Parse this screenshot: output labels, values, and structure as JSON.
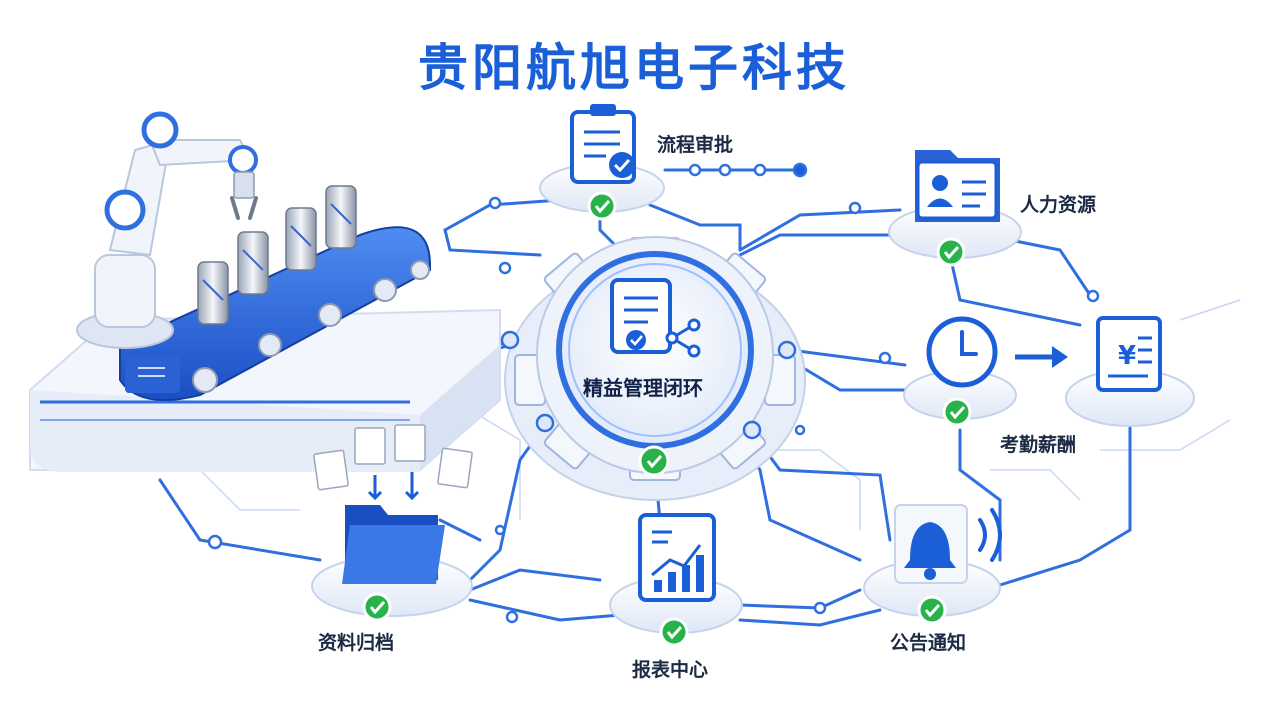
{
  "title": "贵阳航旭电子科技",
  "hub": {
    "label": "精益管理闭环",
    "icon": "document-share-icon"
  },
  "modules": [
    {
      "key": "approval",
      "label": "流程审批",
      "icon": "clipboard-check-icon"
    },
    {
      "key": "hr",
      "label": "人力资源",
      "icon": "id-card-folder-icon"
    },
    {
      "key": "attendance",
      "label": "考勤薪酬",
      "icon": "clock-icon",
      "icon2": "yen-invoice-icon"
    },
    {
      "key": "notice",
      "label": "公告通知",
      "icon": "bell-icon"
    },
    {
      "key": "report",
      "label": "报表中心",
      "icon": "bar-chart-icon"
    },
    {
      "key": "archive",
      "label": "资料归档",
      "icon": "folder-icon"
    }
  ],
  "colors": {
    "primary": "#1a5fd8",
    "line": "#2f6fe0",
    "check": "#27b34a",
    "platform": "#eef2fa"
  }
}
